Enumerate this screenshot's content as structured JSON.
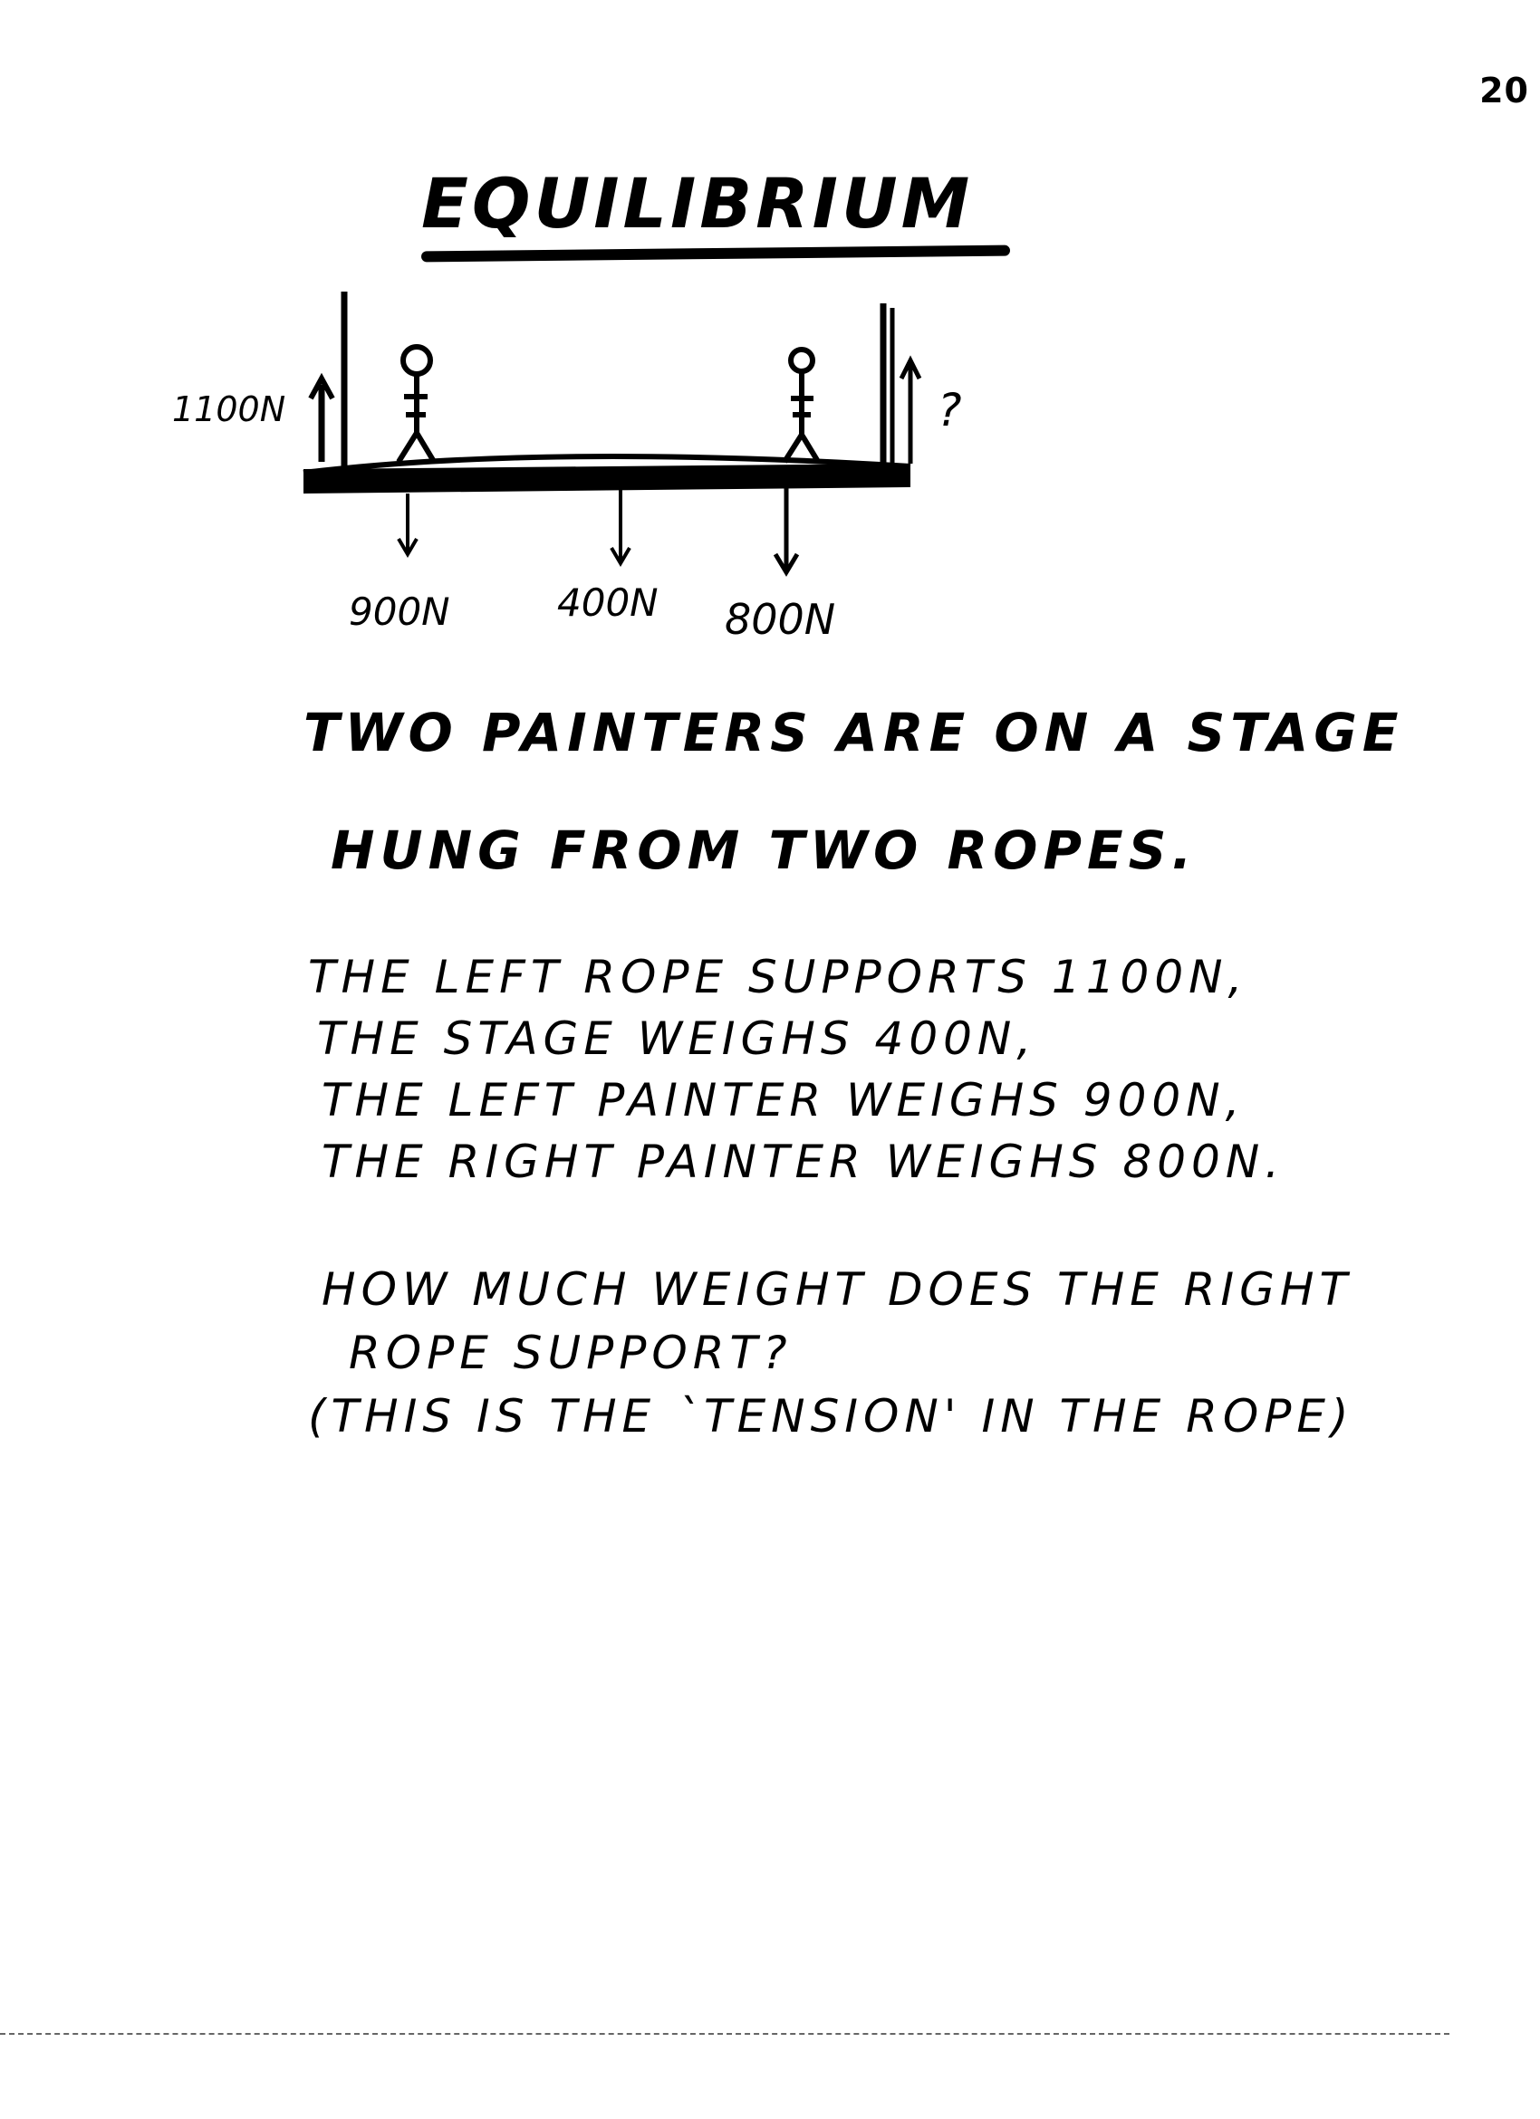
{
  "page_number": "20",
  "title": "EQUILIBRIUM",
  "diagram": {
    "left_force": "1100N",
    "right_force": "?",
    "load_left_painter": "900N",
    "load_stage": "400N",
    "load_right_painter": "800N"
  },
  "heading_lines": [
    "TWO PAINTERS ARE ON A STAGE",
    "HUNG FROM TWO ROPES."
  ],
  "given_lines": [
    "THE LEFT ROPE SUPPORTS 1100N,",
    "THE STAGE WEIGHS 400N,",
    "THE LEFT PAINTER WEIGHS 900N,",
    "THE RIGHT PAINTER WEIGHS 800N."
  ],
  "question_lines": [
    "HOW MUCH WEIGHT DOES THE RIGHT",
    "ROPE SUPPORT?",
    "(THIS IS THE `TENSION' IN THE ROPE)"
  ]
}
